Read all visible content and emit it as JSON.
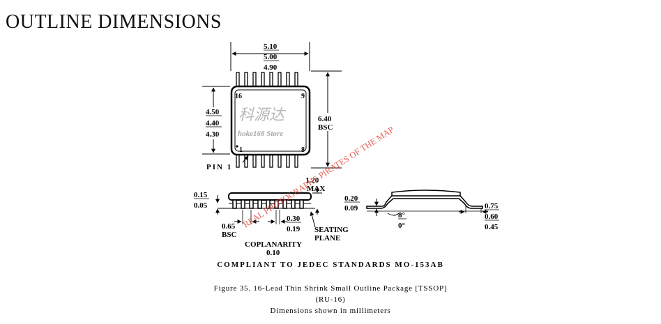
{
  "heading": "OUTLINE DIMENSIONS",
  "top_view": {
    "width_dims": [
      "5.10",
      "5.00",
      "4.90"
    ],
    "body_dims": [
      "4.50",
      "4.40",
      "4.30"
    ],
    "span_dims": [
      "6.40",
      "BSC"
    ],
    "pin_labels": {
      "top_left": "16",
      "top_right": "9",
      "bottom_left": "1",
      "bottom_right": "8"
    },
    "pin1_label": "PIN 1",
    "watermark_cn": "科源达",
    "watermark_store": "hoke168 Store"
  },
  "side_view": {
    "standoff_dims": [
      "0.15",
      "0.05"
    ],
    "height_dims": [
      "1.20",
      "MAX"
    ],
    "pitch_dims": [
      "0.65",
      "BSC"
    ],
    "lead_width_dims": [
      "0.30",
      "0.19"
    ],
    "seating_plane": [
      "SEATING",
      "PLANE"
    ],
    "coplanarity": [
      "COPLANARITY",
      "0.10"
    ]
  },
  "end_view": {
    "thickness_dims": [
      "0.20",
      "0.09"
    ],
    "angle_dims": [
      "8°",
      "0°"
    ],
    "foot_dims": [
      "0.75",
      "0.60",
      "0.45"
    ]
  },
  "diagonal_watermark": "REAL PHOTOGRAPHS PIRATES OF THE MAP",
  "compliant": "COMPLIANT TO JEDEC STANDARDS MO-153AB",
  "figure_caption": "Figure 35. 16-Lead Thin Shrink Small Outline Package [TSSOP]",
  "figure_code": "(RU-16)",
  "units_note": "Dimensions shown in millimeters",
  "colors": {
    "watermark_red": "#e0463a",
    "watermark_gray": "#b8b8b8"
  }
}
